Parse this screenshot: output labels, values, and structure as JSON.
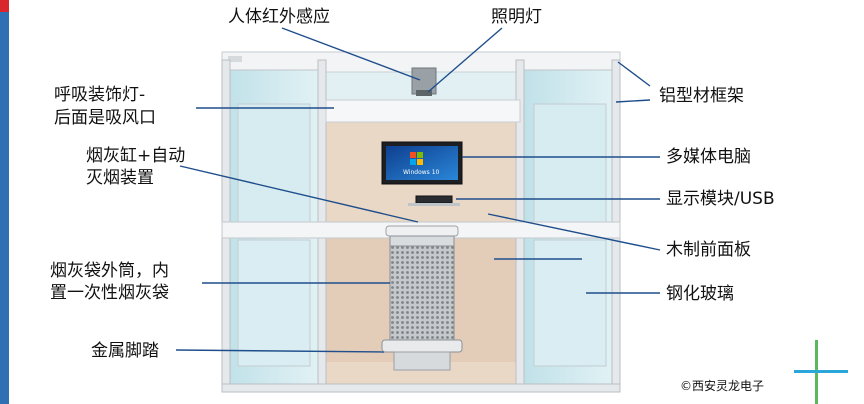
{
  "labels": {
    "infrared_sensor": "人体红外感应",
    "lighting": "照明灯",
    "breathing_light_1": "呼吸装饰灯-",
    "breathing_light_2": "后面是吸风口",
    "aluminum_frame": "铝型材框架",
    "ashtray_1": "烟灰缸+自动",
    "ashtray_2": "灭烟装置",
    "multimedia": "多媒体电脑",
    "display_usb": "显示模块/USB",
    "wooden_panel": "木制前面板",
    "ash_bag_1": "烟灰袋外筒，内",
    "ash_bag_2": "置一次性烟灰袋",
    "glass": "钢化玻璃",
    "footrest": "金属脚踏"
  },
  "screen_text": "Windows 10",
  "copyright": "©西安灵龙电子",
  "colors": {
    "callout_line": "#1f4e8c",
    "accent_bar": "#2f6fb3",
    "accent_red": "#d8262c",
    "glass_tint": "#cfe6ec",
    "wood_panel": "#ead8c6",
    "frame": "#d9dde0",
    "screen": "#1e5fb5"
  }
}
